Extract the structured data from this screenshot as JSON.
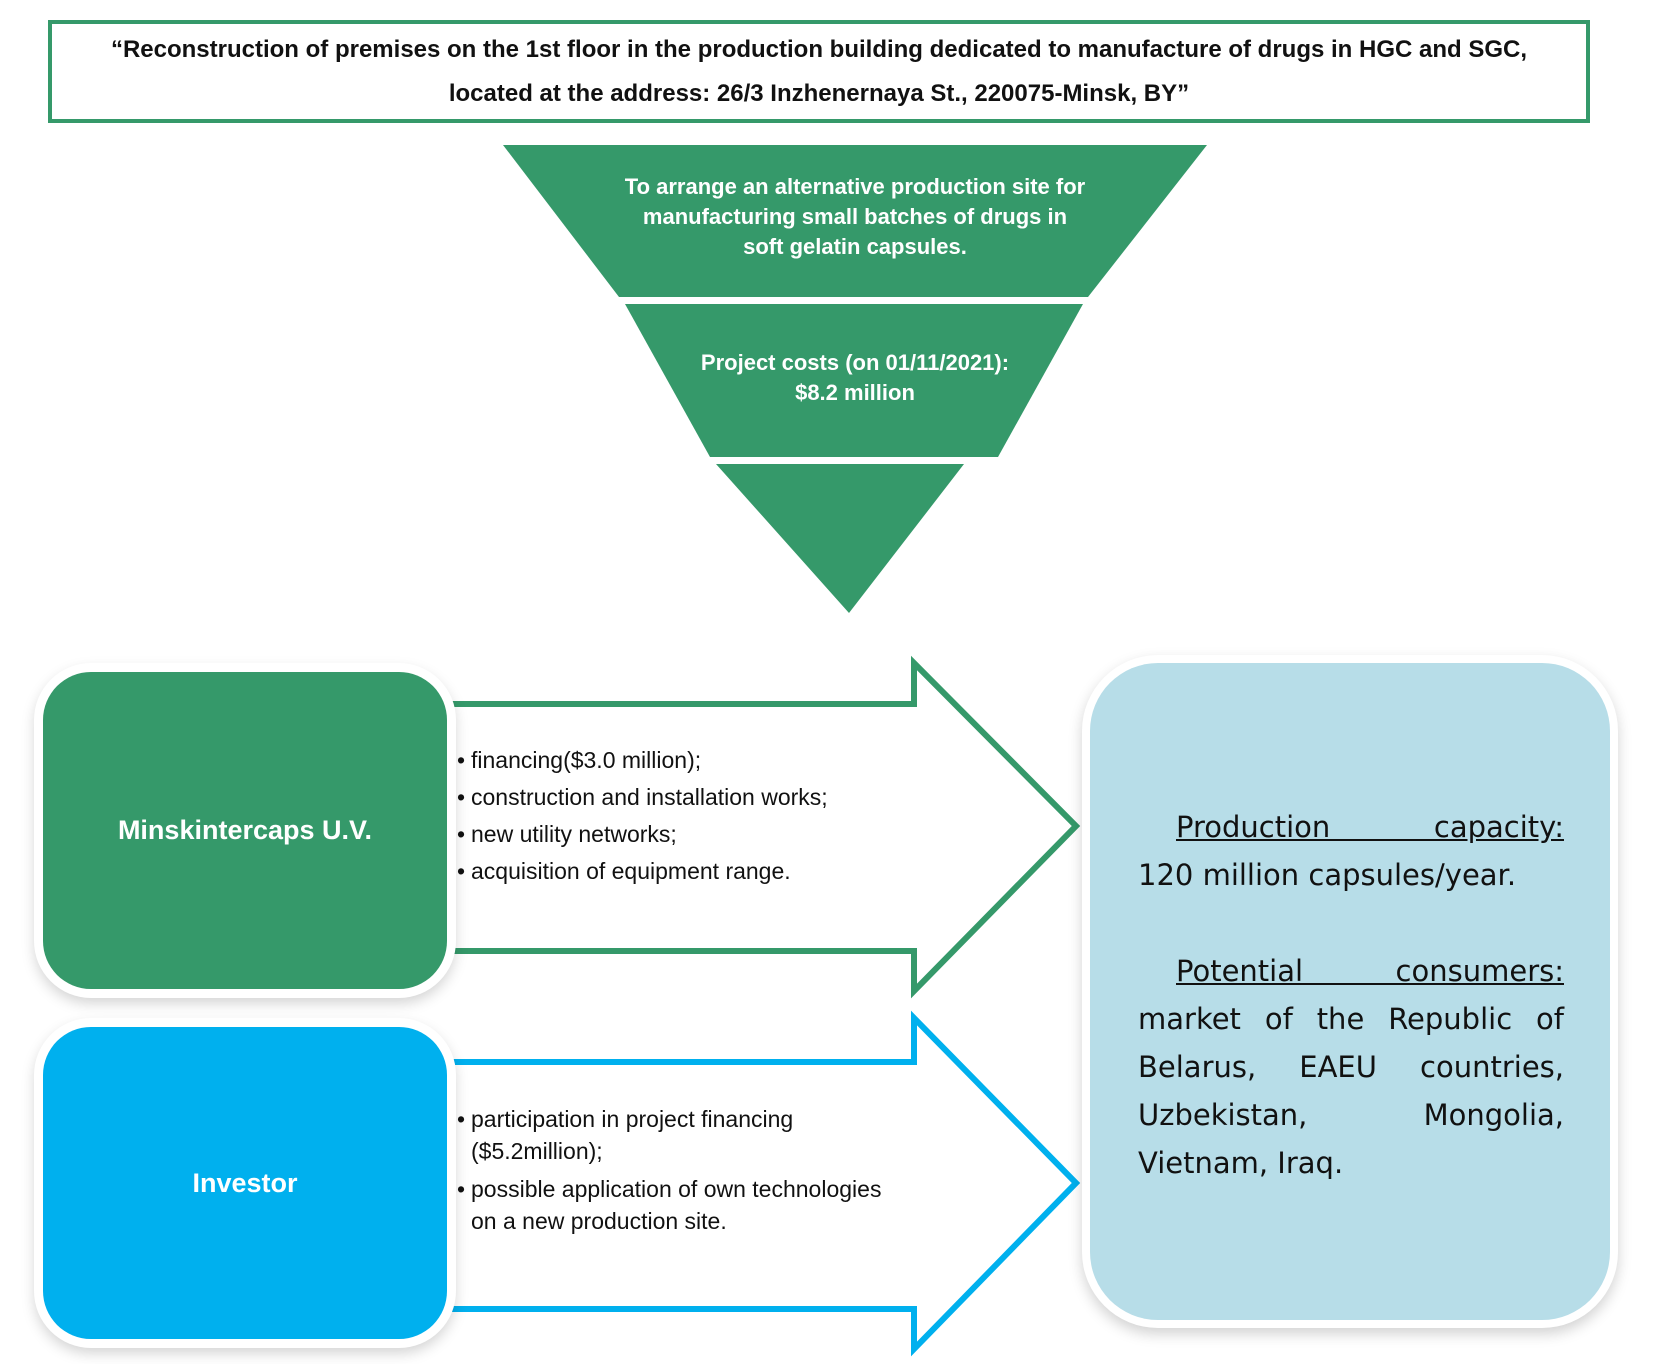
{
  "title": {
    "text": "“Reconstruction of premises on the 1st floor in the production building dedicated to manufacture of drugs in HGC and SGC, located at the address: 26/3 Inzhenernaya St., 220075-Minsk, BY”"
  },
  "funnel": {
    "levels": [
      {
        "text": "To arrange an alternative production site for manufacturing small batches of drugs in soft gelatin capsules."
      },
      {
        "text": "Project costs (on 01/11/2021): $8.2 million"
      },
      {
        "text": ""
      }
    ],
    "color": "#35996a"
  },
  "actors": [
    {
      "name": "Minskintercaps U.V.",
      "color": "#35996a",
      "contributions": [
        "financing($3.0 million);",
        "construction and installation works;",
        "new utility networks;",
        "acquisition of equipment range."
      ]
    },
    {
      "name": "Investor",
      "color": "#00b0ee",
      "contributions": [
        "participation in project financing ($5.2million);",
        "possible application of own technologies on a new production site."
      ]
    }
  ],
  "result": {
    "color": "#b7dde8",
    "capacity_heading": "Production capacity:",
    "capacity_text": "120 million capsules/year.",
    "consumers_heading": "Potential consumers:",
    "consumers_text": "market of the Republic of Belarus, EAEU countries, Uzbekistan, Mongolia, Vietnam, Iraq."
  }
}
